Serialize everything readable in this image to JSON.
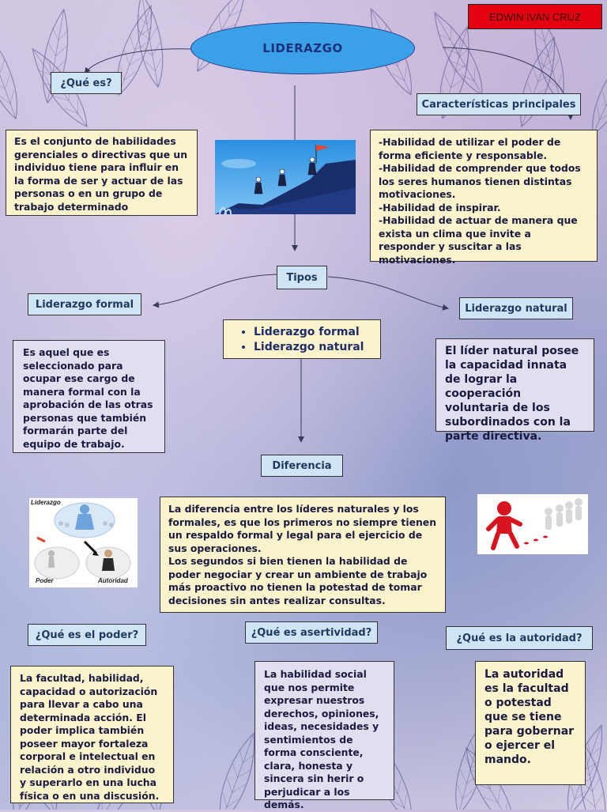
{
  "author": "EDWIN IVAN CRUZ",
  "title": "LIDERAZGO",
  "que_es": {
    "label": "¿Qué es?",
    "text": "Es el conjunto de habilidades gerenciales o directivas que un individuo tiene para influir en la forma de ser y actuar de las personas o en un grupo de trabajo determinado"
  },
  "caracteristicas": {
    "label": "Características principales",
    "items": [
      "-Habilidad de utilizar el poder de forma eficiente y responsable.",
      "-Habilidad de comprender que todos los seres humanos tienen distintas motivaciones.",
      "-Habilidad de inspirar.",
      "-Habilidad de actuar de manera que exista un clima que invite a responder y suscitar a las motivaciones."
    ]
  },
  "tipos": {
    "label": "Tipos",
    "list": [
      "Liderazgo formal",
      "Liderazgo natural"
    ]
  },
  "formal": {
    "label": "Liderazgo formal",
    "text": "Es aquel que es seleccionado para ocupar ese cargo de manera formal con la aprobación de las otras personas que también formarán parte del equipo de trabajo."
  },
  "natural": {
    "label": "Liderazgo natural",
    "text": "El líder natural posee la capacidad innata de lograr la cooperación voluntaria de los subordinados con la parte directiva."
  },
  "diferencia": {
    "label": "Diferencia",
    "p1": "La diferencia entre los líderes naturales y los formales, es que los primeros no siempre tienen un respaldo formal y legal para el ejercicio de sus operaciones.",
    "p2": "Los segundos si bien tienen la habilidad de poder negociar y crear un ambiente de trabajo más proactivo no tienen la potestad de tomar decisiones sin antes realizar consultas."
  },
  "diagram_labels": {
    "top": "Liderazgo",
    "left": "Poder",
    "right": "Autoridad"
  },
  "poder": {
    "label": "¿Qué es el poder?",
    "text": "La facultad, habilidad, capacidad o autorización para llevar a cabo una determinada acción. El poder implica también poseer mayor fortaleza corporal e intelectual en relación a otro individuo y superarlo en una lucha física o en una discusión."
  },
  "asertividad": {
    "label": "¿Qué es asertividad?",
    "text": "La habilidad social que nos permite expresar nuestros derechos, opiniones, ideas, necesidades y sentimientos de forma consciente, clara, honesta y sincera sin herir o perjudicar a los demás."
  },
  "autoridad": {
    "label": "¿Qué es la autoridad?",
    "text": "La autoridad es la facultad o potestad que se tiene para gobernar o ejercer el mando."
  },
  "colors": {
    "oval": "#3aa0e8",
    "label_bg": "#cfe5f6",
    "yellow_bg": "#fbf3cc",
    "lavender_bg": "#e1def0",
    "author_bg": "#e3000f"
  }
}
